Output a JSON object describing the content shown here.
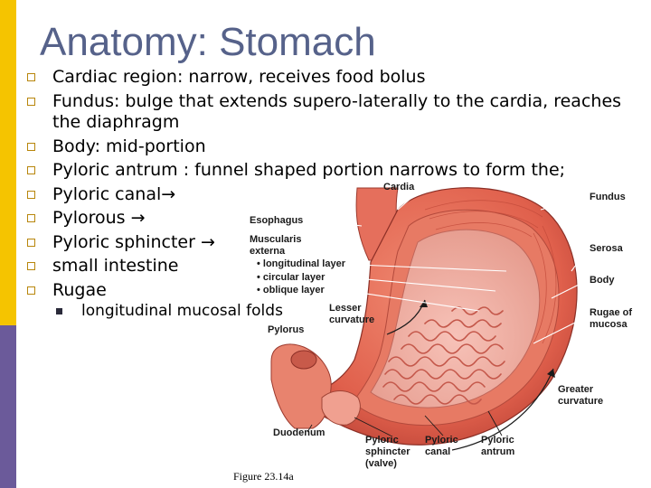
{
  "slide": {
    "title": "Anatomy: Stomach",
    "bullets": [
      "Cardiac region: narrow, receives food bolus",
      "Fundus: bulge that extends supero-laterally to the cardia, reaches the diaphragm",
      "Body: mid-portion",
      "Pyloric antrum : funnel shaped portion narrows to form the;",
      "Pyloric canal→",
      "Pylorous →",
      "Pyloric sphincter →",
      "small intestine",
      "Rugae"
    ],
    "sub_bullet": "longitudinal mucosal folds",
    "caption": "Figure 23.14a"
  },
  "figure_labels": {
    "cardia": "Cardia",
    "fundus": "Fundus",
    "esophagus": "Esophagus",
    "muscularis": "Muscularis",
    "externa": "externa",
    "longitudinal": "• longitudinal layer",
    "circular": "• circular layer",
    "oblique": "• oblique layer",
    "serosa": "Serosa",
    "body": "Body",
    "lesser1": "Lesser",
    "lesser2": "curvature",
    "rugae1": "Rugae of",
    "rugae2": "mucosa",
    "pylorus": "Pylorus",
    "greater1": "Greater",
    "greater2": "curvature",
    "duodenum": "Duodenum",
    "sph1": "Pyloric",
    "sph2": "sphincter",
    "sph3": "(valve)",
    "canal1": "Pyloric",
    "canal2": "canal",
    "antrum1": "Pyloric",
    "antrum2": "antrum"
  },
  "colors": {
    "accent_yellow": "#f5c400",
    "accent_purple": "#6b5a9a",
    "title": "#56628a",
    "bullet_box": "#b8860b"
  }
}
